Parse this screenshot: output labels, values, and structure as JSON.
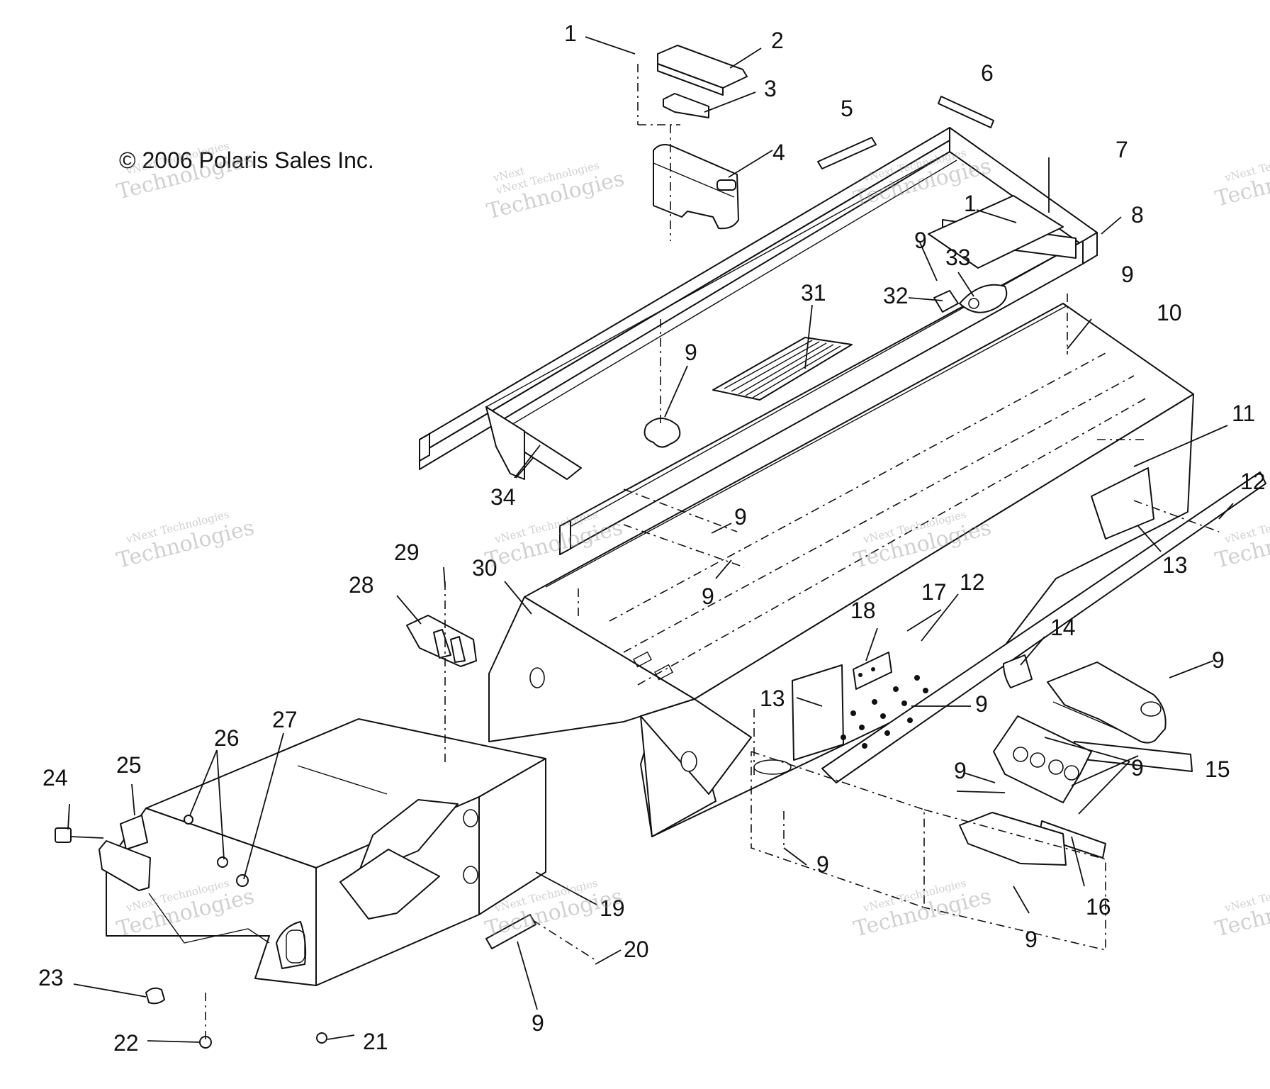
{
  "copyright": "© 2006 Polaris Sales Inc.",
  "watermark": {
    "small": "vNext Technologies",
    "large": "Technologies",
    "top": "vNext"
  },
  "callouts": [
    "1",
    "2",
    "3",
    "4",
    "5",
    "6",
    "7",
    "1",
    "8",
    "9",
    "33",
    "9",
    "32",
    "31",
    "10",
    "9",
    "11",
    "34",
    "12",
    "9",
    "13",
    "9",
    "29",
    "30",
    "28",
    "17",
    "12",
    "18",
    "14",
    "9",
    "13",
    "9",
    "27",
    "26",
    "15",
    "25",
    "9",
    "9",
    "24",
    "9",
    "19",
    "16",
    "9",
    "23",
    "20",
    "9",
    "22",
    "21"
  ]
}
